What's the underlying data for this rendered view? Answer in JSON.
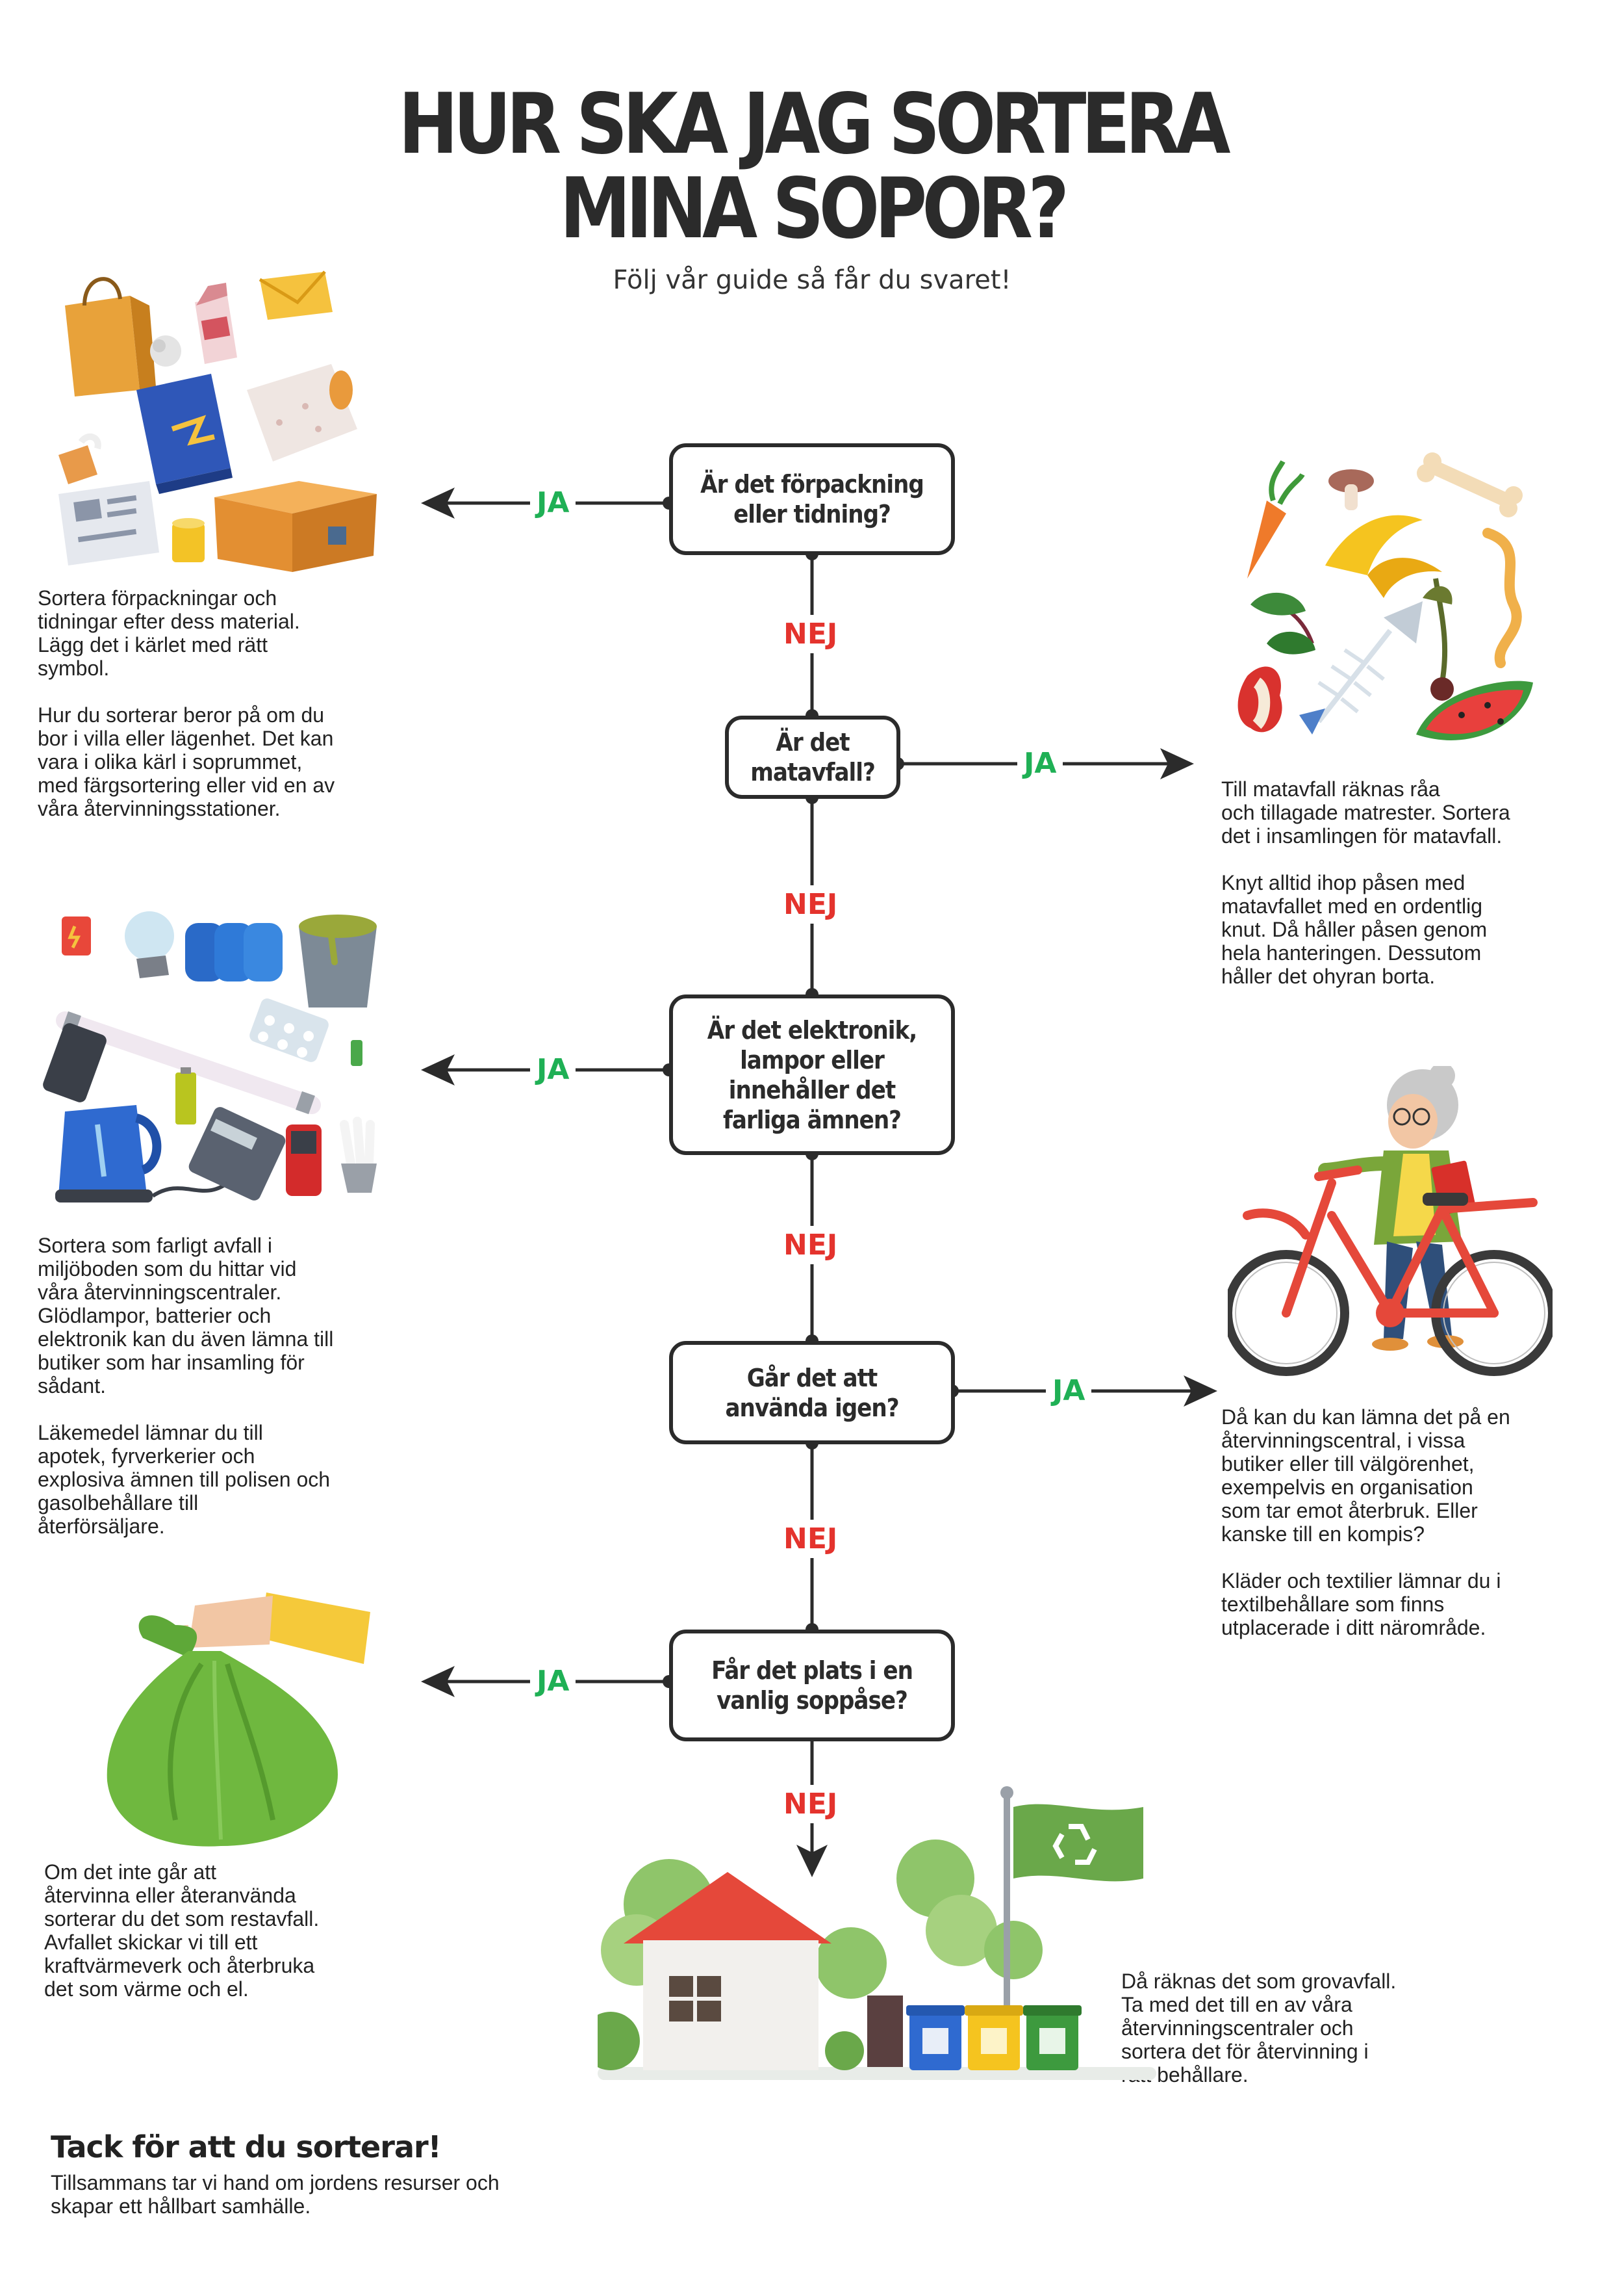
{
  "header": {
    "title_line1": "HUR SKA JAG SORTERA",
    "title_line2": "MINA SOPOR?",
    "subtitle": "Följ vår guide så får du svaret!"
  },
  "colors": {
    "yes": "#1fb055",
    "no": "#e4332d",
    "line": "#2b2b2b"
  },
  "flow": {
    "questions": [
      {
        "text": "Är det förpackning\neller tidning?"
      },
      {
        "text": "Är det\nmatavfall?"
      },
      {
        "text": "Är det elektronik,\nlampor eller\ninnehåller det\nfarliga ämnen?"
      },
      {
        "text": "Går det att\nanvända igen?"
      },
      {
        "text": "Får det plats i en\nvanlig soppåse?"
      }
    ],
    "yes_label": "JA",
    "no_label": "NEJ"
  },
  "answers": {
    "packaging": "Sortera förpackningar och\ntidningar efter dess material.\nLägg det i kärlet med rätt\nsymbol.\n\nHur du sorterar beror på om du\nbor i villa eller lägenhet. Det kan\nvara i olika kärl i soprummet,\nmed färgsortering eller vid en av\nvåra återvinningsstationer.",
    "food": "Till matavfall räknas råa\noch tillagade matrester. Sortera\ndet i insamlingen för matavfall.\n\nKnyt alltid ihop påsen med\nmatavfallet med en ordentlig\nknut. Då håller påsen genom\nhela hanteringen. Dessutom\nhåller det ohyran borta.",
    "hazardous": "Sortera som farligt avfall i\nmiljöboden som du hittar vid\nvåra återvinningscentraler.\nGlödlampor, batterier och\nelektronik kan du även lämna till\nbutiker som har insamling för\nsådant.\n\nLäkemedel lämnar du till\napotek, fyrverkerier och\nexplosiva ämnen till polisen och\ngasolbehållare till\nåterförsäljare.",
    "reuse": "Då kan du kan lämna det på en\nåtervinningscentral, i vissa\nbutiker eller till välgörenhet,\nexempelvis en organisation\nsom tar emot återbruk. Eller\nkanske till en kompis?\n\nKläder och textilier lämnar du i\ntextilbehållare som finns\nutplacerade i ditt närområde.",
    "residual": "Om det inte går att\nåtervinna eller återanvända\nsorterar du det som restavfall.\nAvfallet skickar vi till ett\nkraftvärmeverk och återbruka\ndet som värme och el.",
    "bulky": "Då räknas det som grovavfall.\nTa med det till en av våra\nåtervinningscentraler och\nsortera det för återvinning i\nrätt behållare."
  },
  "footer": {
    "title": "Tack för att du sorterar!",
    "text": "Tillsammans tar vi hand om jordens resurser och\nskapar ett hållbart samhälle."
  },
  "illustrations": {
    "packaging": "packaging-items-icon",
    "food": "food-waste-icon",
    "hazardous": "electronics-hazard-icon",
    "reuse": "woman-with-bicycle-icon",
    "residual": "trash-bag-icon",
    "bulky": "recycling-center-icon"
  }
}
